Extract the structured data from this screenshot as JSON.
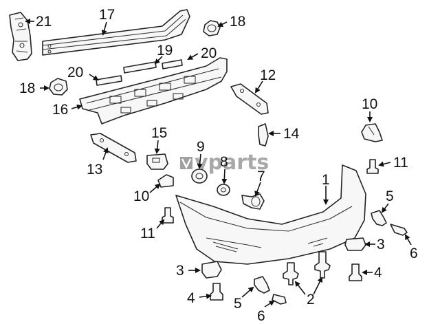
{
  "watermark": "vparts",
  "callouts": [
    {
      "id": "c21",
      "label": "21"
    },
    {
      "id": "c17",
      "label": "17"
    },
    {
      "id": "c18a",
      "label": "18"
    },
    {
      "id": "c19",
      "label": "19"
    },
    {
      "id": "c20a",
      "label": "20"
    },
    {
      "id": "c20b",
      "label": "20"
    },
    {
      "id": "c18b",
      "label": "18"
    },
    {
      "id": "c16",
      "label": "16"
    },
    {
      "id": "c12",
      "label": "12"
    },
    {
      "id": "c10a",
      "label": "10"
    },
    {
      "id": "c15",
      "label": "15"
    },
    {
      "id": "c14",
      "label": "14"
    },
    {
      "id": "c13",
      "label": "13"
    },
    {
      "id": "c9",
      "label": "9"
    },
    {
      "id": "c8",
      "label": "8"
    },
    {
      "id": "c11a",
      "label": "11"
    },
    {
      "id": "c10b",
      "label": "10"
    },
    {
      "id": "c7",
      "label": "7"
    },
    {
      "id": "c1",
      "label": "1"
    },
    {
      "id": "c5a",
      "label": "5"
    },
    {
      "id": "c11b",
      "label": "11"
    },
    {
      "id": "c3a",
      "label": "3"
    },
    {
      "id": "c6a",
      "label": "6"
    },
    {
      "id": "c3b",
      "label": "3"
    },
    {
      "id": "c4a",
      "label": "4"
    },
    {
      "id": "c2",
      "label": "2"
    },
    {
      "id": "c5b",
      "label": "5"
    },
    {
      "id": "c4b",
      "label": "4"
    },
    {
      "id": "c6b",
      "label": "6"
    }
  ]
}
